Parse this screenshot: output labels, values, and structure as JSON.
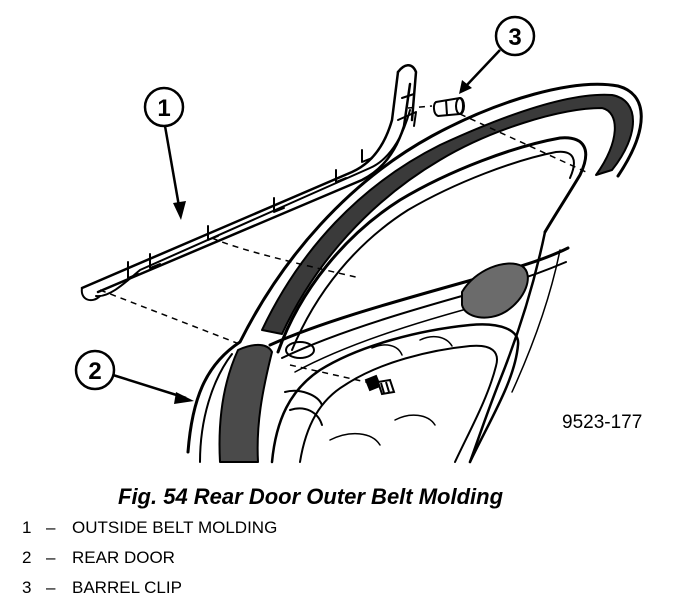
{
  "figure": {
    "caption": "Fig. 54 Rear Door Outer Belt Molding",
    "figure_code": "9523-177"
  },
  "callouts": [
    {
      "number": "1"
    },
    {
      "number": "2"
    },
    {
      "number": "3"
    }
  ],
  "legend": [
    {
      "number": "1",
      "dash": "–",
      "label": "OUTSIDE BELT MOLDING"
    },
    {
      "number": "2",
      "dash": "–",
      "label": "REAR DOOR"
    },
    {
      "number": "3",
      "dash": "–",
      "label": "BARREL CLIP"
    }
  ]
}
